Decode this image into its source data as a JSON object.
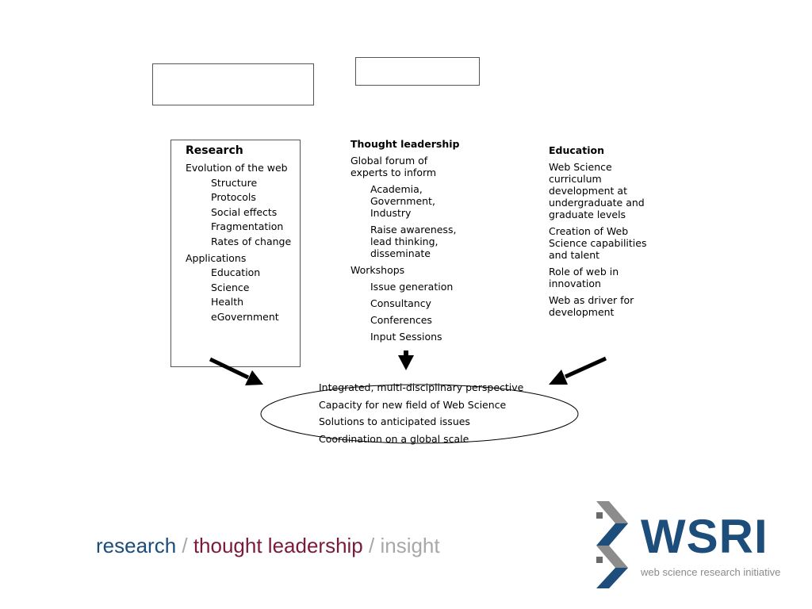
{
  "research": {
    "heading": "Research",
    "evolution": "Evolution of the web",
    "evolution_items": [
      "Structure",
      "Protocols",
      "Social effects",
      "Fragmentation",
      "Rates of change"
    ],
    "applications": "Applications",
    "applications_items": [
      "Education",
      "Science",
      "Health",
      "eGovernment"
    ]
  },
  "thought_leadership": {
    "heading": "Thought leadership",
    "forum": "Global forum  of experts to inform",
    "forum_items": [
      "Academia, Government, Industry",
      "Raise awareness, lead thinking, disseminate"
    ],
    "workshops": "Workshops",
    "workshops_items": [
      "Issue generation",
      "Consultancy",
      "Conferences",
      "Input Sessions"
    ]
  },
  "education": {
    "heading": "Education",
    "items": [
      "Web Science curriculum development at undergraduate and graduate levels",
      "Creation of Web Science capabilities and talent",
      "Role of web in innovation",
      "Web as  driver for development"
    ]
  },
  "outcomes": [
    "Integrated, multi-disciplinary perspective",
    "Capacity for new field of Web Science",
    "Solutions to anticipated  issues",
    "Coordination on a global scale"
  ],
  "tagline": {
    "part1": "research",
    "sep1": " / ",
    "part2": "thought leadership",
    "sep2": " / ",
    "part3": "insight"
  },
  "logo": {
    "name": "WSRI",
    "subtitle": "web science research initiative",
    "icon": "wsri-helix-icon"
  },
  "colors": {
    "blue": "#1d4d7a",
    "maroon": "#7b1a3d",
    "gray": "#a8a8a8"
  }
}
